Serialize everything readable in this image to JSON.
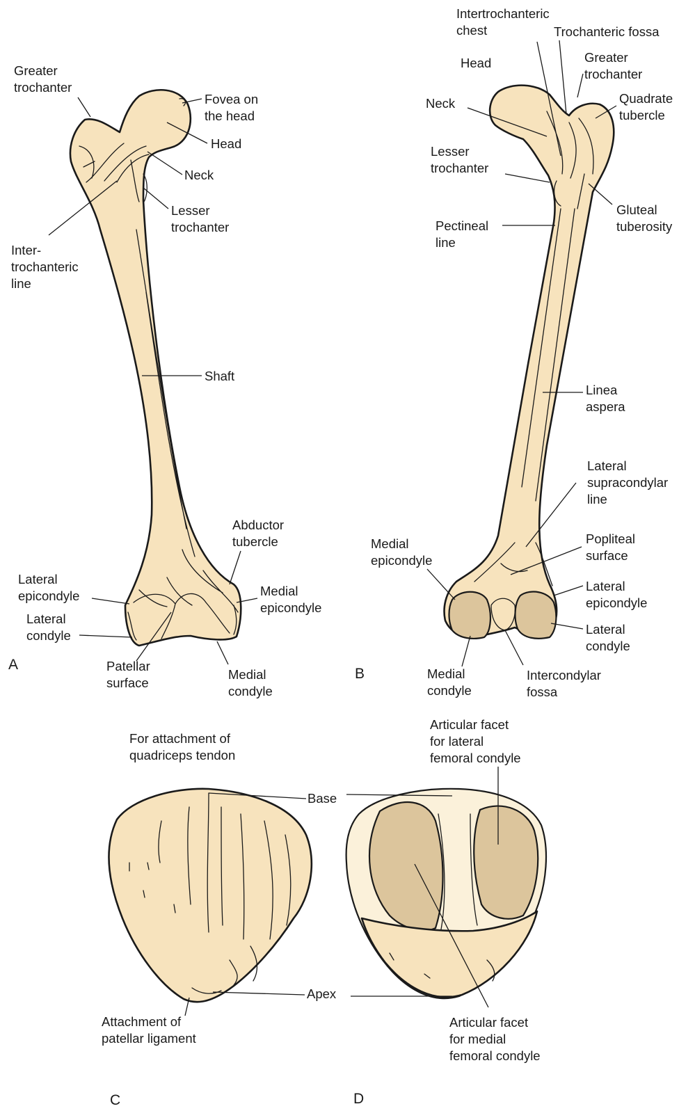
{
  "panels": {
    "A": "A",
    "B": "B",
    "C": "C",
    "D": "D"
  },
  "colors": {
    "bone": "#f7e3bd",
    "facet": "#dcc59c",
    "outline": "#1a1a1a"
  },
  "panel_a": {
    "greater_trochanter": "Greater\ntrochanter",
    "fovea": "Fovea on\nthe head",
    "head": "Head",
    "neck": "Neck",
    "lesser_trochanter": "Lesser\ntrochanter",
    "intertrochanteric_line": "Inter-\ntrochanteric\nline",
    "shaft": "Shaft",
    "abductor_tubercle": "Abductor\ntubercle",
    "lateral_epicondyle": "Lateral\nepicondyle",
    "medial_epicondyle": "Medial\nepicondyle",
    "lateral_condyle": "Lateral\ncondyle",
    "patellar_surface": "Patellar\nsurface",
    "medial_condyle": "Medial\ncondyle"
  },
  "panel_b": {
    "intertrochanteric_chest": "Intertrochanteric\nchest",
    "trochanteric_fossa": "Trochanteric fossa",
    "head": "Head",
    "greater_trochanter": "Greater\ntrochanter",
    "neck": "Neck",
    "quadrate_tubercle": "Quadrate\ntubercle",
    "lesser_trochanter": "Lesser\ntrochanter",
    "gluteal_tuberosity": "Gluteal\ntuberosity",
    "pectineal_line": "Pectineal\nline",
    "linea_aspera": "Linea\naspera",
    "lateral_supracondylar_line": "Lateral\nsupracondylar\nline",
    "medial_epicondyle": "Medial\nepicondyle",
    "popliteal_surface": "Popliteal\nsurface",
    "lateral_epicondyle": "Lateral\nepicondyle",
    "lateral_condyle": "Lateral\ncondyle",
    "medial_condyle": "Medial\ncondyle",
    "intercondylar_fossa": "Intercondylar\nfossa"
  },
  "panel_cd": {
    "quadriceps": "For attachment of\nquadriceps tendon",
    "lateral_facet": "Articular facet\nfor lateral\nfemoral condyle",
    "base": "Base",
    "apex": "Apex",
    "patellar_ligament": "Attachment of\npatellar ligament",
    "medial_facet": "Articular facet\nfor medial\nfemoral condyle"
  }
}
